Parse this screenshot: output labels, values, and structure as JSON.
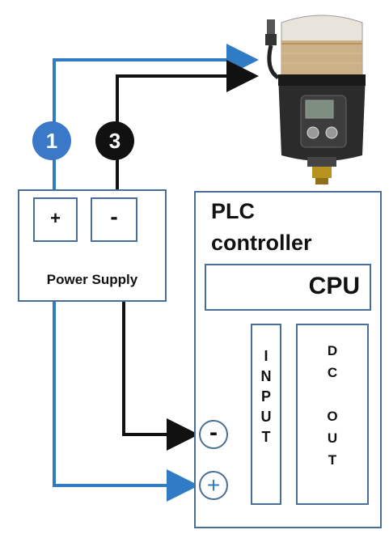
{
  "badges": {
    "positive_number": "1",
    "negative_number": "3"
  },
  "power_supply": {
    "label": "Power Supply",
    "plus_label": "+",
    "minus_label": "-"
  },
  "plc": {
    "title_line1": "PLC",
    "title_line2": "controller",
    "cpu_label": "CPU",
    "input_letters": [
      "I",
      "N",
      "P",
      "U",
      "T"
    ],
    "output_letters": [
      "D",
      "C",
      "",
      "O",
      "U",
      "T"
    ],
    "minus_terminal": "-",
    "plus_terminal": "+"
  },
  "colors": {
    "positive_wire": "#2f7cc4",
    "negative_wire": "#111111",
    "box_border": "#4a6f96",
    "badge_blue": "#3a78c8",
    "badge_black": "#111111"
  }
}
